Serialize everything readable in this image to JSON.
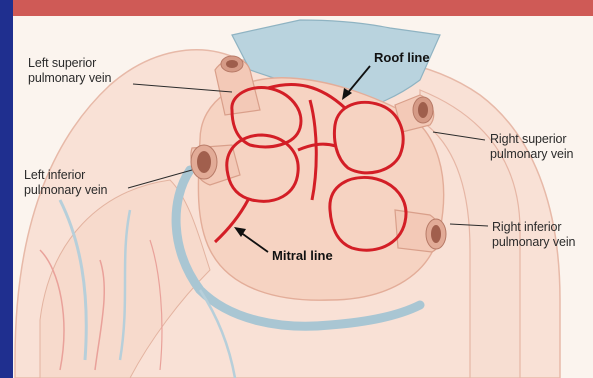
{
  "header": {
    "text": ""
  },
  "labels": {
    "left_superior": [
      "Left superior",
      "pulmonary vein"
    ],
    "left_inferior": [
      "Left inferior",
      "pulmonary vein"
    ],
    "right_superior": [
      "Right superior",
      "pulmonary vein"
    ],
    "right_inferior": [
      "Right inferior",
      "pulmonary vein"
    ],
    "roof_line": "Roof line",
    "mitral_line": "Mitral line"
  },
  "colors": {
    "frame": "#1f2f8f",
    "header": "#cf5a56",
    "ablation_line": "#d31e26",
    "tissue": "#f6d3c2",
    "aorta": "#b9d3de"
  }
}
